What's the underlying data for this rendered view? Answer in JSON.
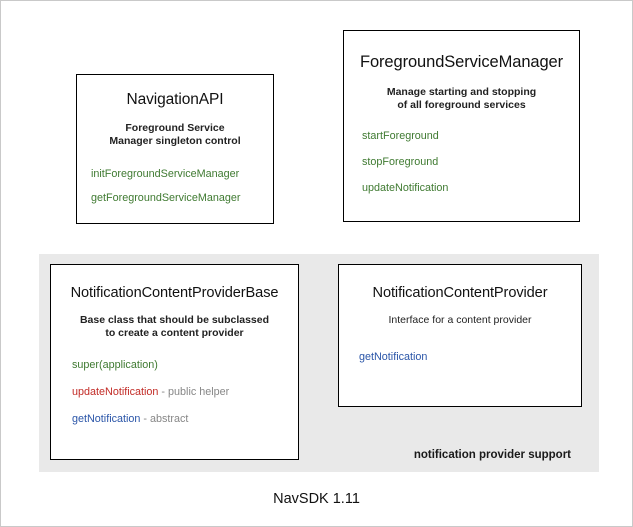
{
  "diagram": {
    "footer_caption": "NavSDK 1.11",
    "group_panel": {
      "label": "notification provider support",
      "background_color": "#e9e9e9"
    },
    "colors": {
      "green": "#3f7a31",
      "red": "#c22b26",
      "blue": "#2a55a8",
      "note_gray": "#878787",
      "box_border": "#000000",
      "text": "#111111"
    },
    "boxes": [
      {
        "id": "navigation-api",
        "title": "NavigationAPI",
        "description_lines": [
          "Foreground Service",
          "Manager singleton control"
        ],
        "members": [
          {
            "name": "initForegroundServiceManager",
            "color": "green",
            "note": ""
          },
          {
            "name": "getForegroundServiceManager",
            "color": "green",
            "note": ""
          }
        ]
      },
      {
        "id": "foreground-service-manager",
        "title": "ForegroundServiceManager",
        "description_lines": [
          "Manage starting and stopping",
          "of all foreground services"
        ],
        "members": [
          {
            "name": "startForeground",
            "color": "green",
            "note": ""
          },
          {
            "name": "stopForeground",
            "color": "green",
            "note": ""
          },
          {
            "name": "updateNotification",
            "color": "green",
            "note": ""
          }
        ]
      },
      {
        "id": "notification-content-provider-base",
        "title": "NotificationContentProviderBase",
        "description_lines": [
          "Base class that should be subclassed",
          "to create a content provider"
        ],
        "members": [
          {
            "name": "super(application)",
            "color": "green",
            "note": ""
          },
          {
            "name": "updateNotification",
            "color": "red",
            "note": " - public helper"
          },
          {
            "name": "getNotification",
            "color": "blue",
            "note": " - abstract"
          }
        ]
      },
      {
        "id": "notification-content-provider",
        "title": "NotificationContentProvider",
        "description_lines": [
          "Interface for a content provider"
        ],
        "members": [
          {
            "name": "getNotification",
            "color": "blue",
            "note": ""
          }
        ]
      }
    ]
  }
}
